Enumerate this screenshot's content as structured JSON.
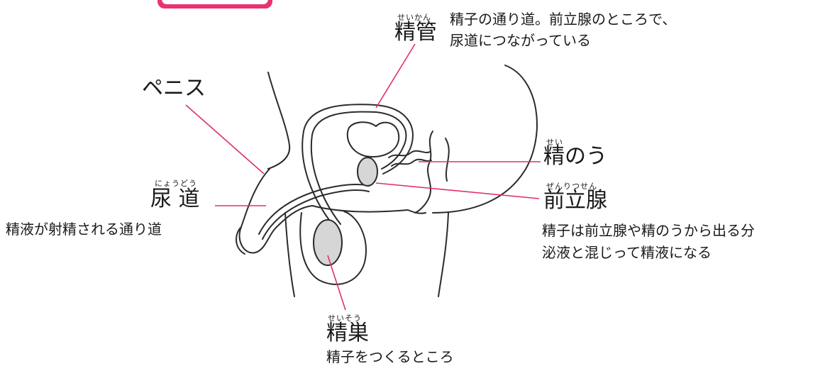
{
  "labels": {
    "seikan": {
      "ruby": "せいかん",
      "term": "精管",
      "desc_line1": "精子の通り道。前立腺のところで、",
      "desc_line2": "尿道につながっている"
    },
    "penis": {
      "term": "ペニス"
    },
    "seinou": {
      "ruby": "せい",
      "term": "精のう"
    },
    "nyoudou": {
      "ruby": "にょうどう",
      "term": "尿 道",
      "desc": "精液が射精される通り道"
    },
    "zenritsusen": {
      "ruby": "ぜんりつせん",
      "term": "前立腺",
      "desc_line1": "精子は前立腺や精のうから出る分",
      "desc_line2": "泌液と混じって精液になる"
    },
    "seisou": {
      "ruby": "せいそう",
      "term": "精巣",
      "desc": "精子をつくるところ"
    }
  },
  "colors": {
    "leader_line": "#e0306a",
    "outline": "#2b2b2b",
    "organ_fill": "#d6d6d6",
    "tab_accent": "#e8336d"
  }
}
